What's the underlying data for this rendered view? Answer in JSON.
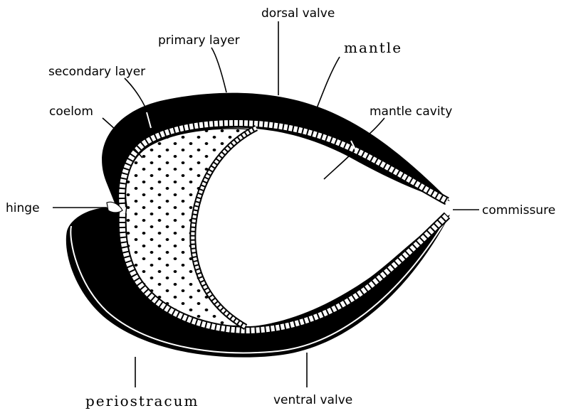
{
  "labels": {
    "dorsal_valve": "dorsal valve",
    "primary_layer": "primary layer",
    "mantle": "mantle",
    "secondary_layer": "secondary layer",
    "coelom": "coelom",
    "mantle_cavity": "mantle cavity",
    "hinge": "hinge",
    "commissure": "commissure",
    "periostracum": "periostracum",
    "ventral_valve": "ventral valve"
  },
  "colors": {
    "shell": "#000000",
    "background": "#ffffff",
    "mantle_tissue": "#ffffff",
    "coelom_dots": "#000000"
  }
}
